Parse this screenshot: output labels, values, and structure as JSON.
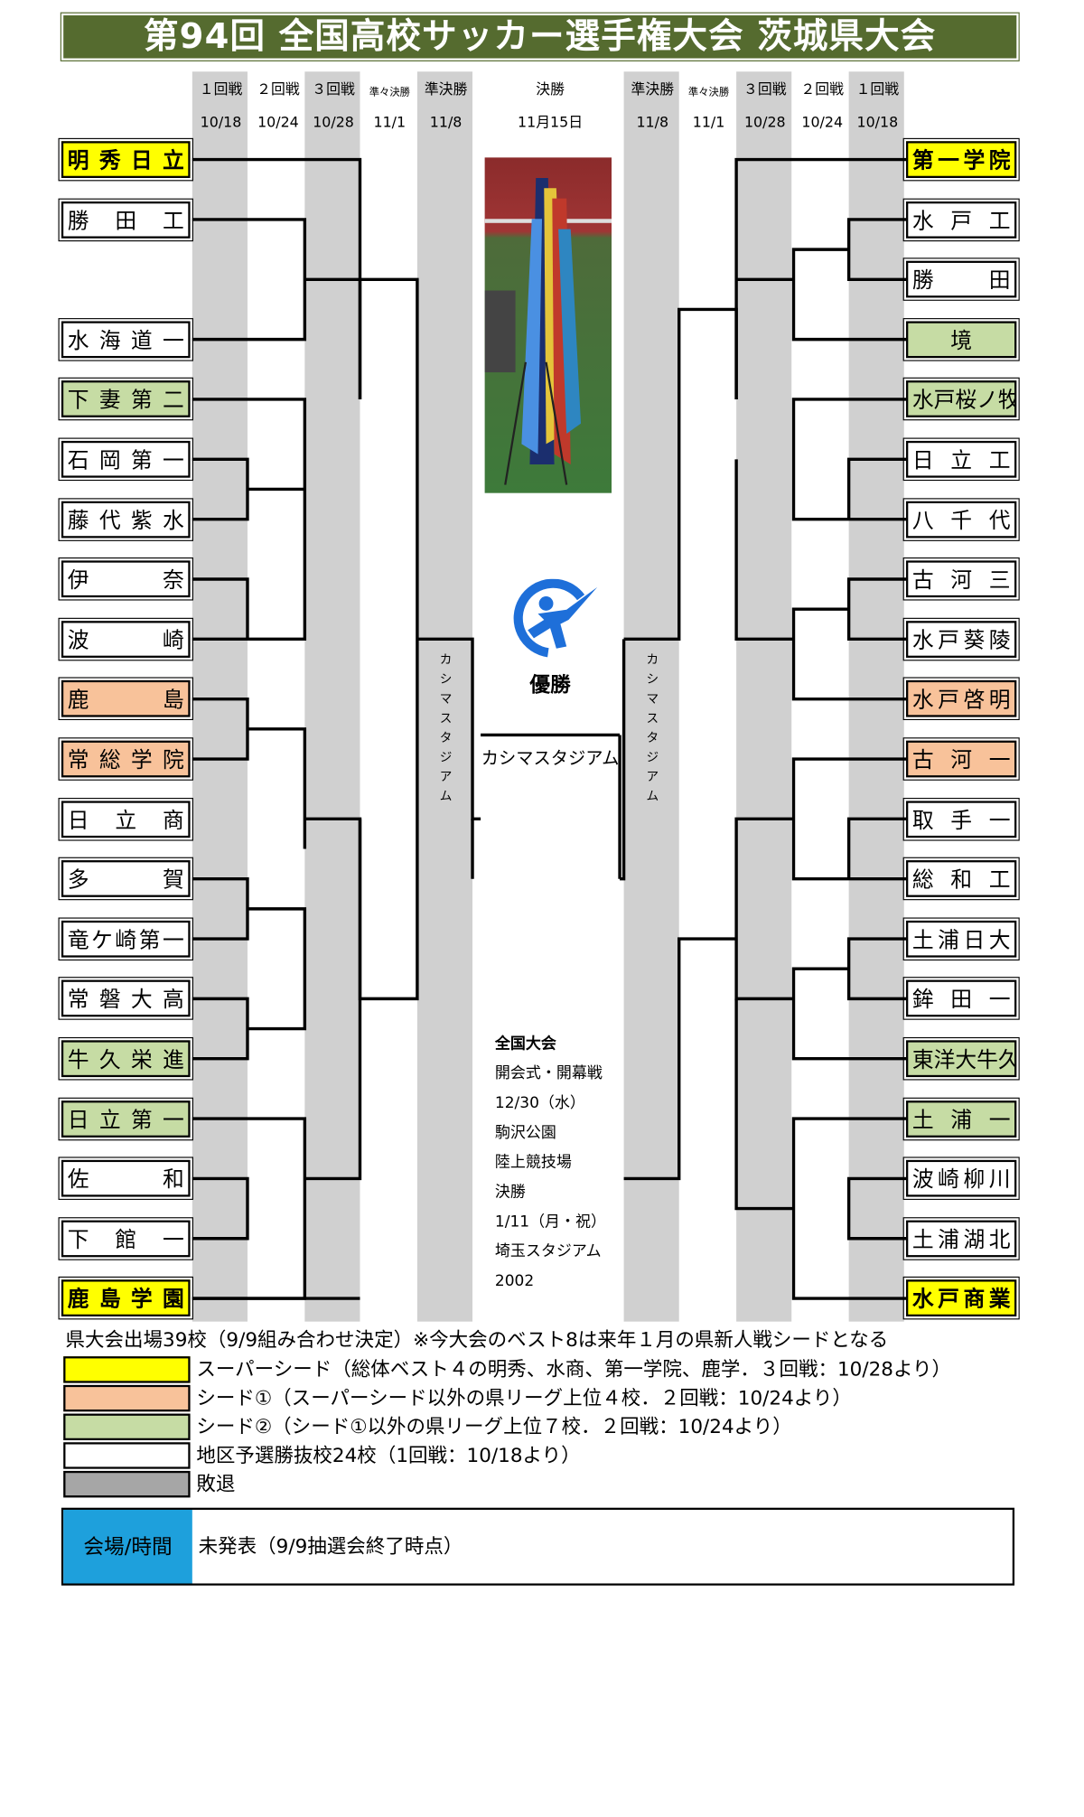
{
  "title": "第94回 全国高校サッカー選手権大会 茨城県大会",
  "rounds_left": [
    {
      "name": "１回戦",
      "date": "10/18"
    },
    {
      "name": "２回戦",
      "date": "10/24"
    },
    {
      "name": "３回戦",
      "date": "10/28"
    },
    {
      "name": "準々決勝",
      "date": "11/1"
    },
    {
      "name": "準決勝",
      "date": "11/8"
    }
  ],
  "final": {
    "name": "決勝",
    "date": "11月15日",
    "winner_label": "優勝",
    "venue": "カシマスタジアム"
  },
  "rounds_right": [
    {
      "name": "準決勝",
      "date": "11/8"
    },
    {
      "name": "準々決勝",
      "date": "11/1"
    },
    {
      "name": "３回戦",
      "date": "10/28"
    },
    {
      "name": "２回戦",
      "date": "10/24"
    },
    {
      "name": "１回戦",
      "date": "10/18"
    }
  ],
  "semifinal_venue_left": "カシマスタジアム",
  "semifinal_venue_right": "カシマスタジアム",
  "teams_left": [
    {
      "name": "明秀日立",
      "seed": "super"
    },
    {
      "name": "勝田工",
      "seed": "none"
    },
    {
      "name": "水海道一",
      "seed": "none"
    },
    {
      "name": "下妻第二",
      "seed": "seed2"
    },
    {
      "name": "石岡第一",
      "seed": "none"
    },
    {
      "name": "藤代紫水",
      "seed": "none"
    },
    {
      "name": "伊奈",
      "seed": "none"
    },
    {
      "name": "波崎",
      "seed": "none"
    },
    {
      "name": "鹿島",
      "seed": "seed1"
    },
    {
      "name": "常総学院",
      "seed": "seed1"
    },
    {
      "name": "日立商",
      "seed": "none"
    },
    {
      "name": "多賀",
      "seed": "none"
    },
    {
      "name": "竜ケ崎第一",
      "seed": "none"
    },
    {
      "name": "常磐大高",
      "seed": "none"
    },
    {
      "name": "牛久栄進",
      "seed": "seed2"
    },
    {
      "name": "日立第一",
      "seed": "seed2"
    },
    {
      "name": "佐和",
      "seed": "none"
    },
    {
      "name": "下館一",
      "seed": "none"
    },
    {
      "name": "鹿島学園",
      "seed": "super"
    }
  ],
  "teams_right": [
    {
      "name": "第一学院",
      "seed": "super"
    },
    {
      "name": "水戸工",
      "seed": "none"
    },
    {
      "name": "勝田",
      "seed": "none"
    },
    {
      "name": "境",
      "seed": "seed2"
    },
    {
      "name": "水戸桜ノ牧",
      "seed": "seed2"
    },
    {
      "name": "日立工",
      "seed": "none"
    },
    {
      "name": "八千代",
      "seed": "none"
    },
    {
      "name": "古河三",
      "seed": "none"
    },
    {
      "name": "水戸葵陵",
      "seed": "none"
    },
    {
      "name": "水戸啓明",
      "seed": "seed1"
    },
    {
      "name": "古河一",
      "seed": "seed1"
    },
    {
      "name": "取手一",
      "seed": "none"
    },
    {
      "name": "総和工",
      "seed": "none"
    },
    {
      "name": "土浦日大",
      "seed": "none"
    },
    {
      "name": "鉾田一",
      "seed": "none"
    },
    {
      "name": "東洋大牛久",
      "seed": "seed2"
    },
    {
      "name": "土浦一",
      "seed": "seed2"
    },
    {
      "name": "波崎柳川",
      "seed": "none"
    },
    {
      "name": "土浦湖北",
      "seed": "none"
    },
    {
      "name": "水戸商業",
      "seed": "super"
    }
  ],
  "national": {
    "heading": "全国大会",
    "opening_label": "開会式・開幕戦",
    "opening_date": "12/30（水）",
    "opening_venue1": "駒沢公園",
    "opening_venue2": "陸上競技場",
    "final_label": "決勝",
    "final_date": "1/11（月・祝）",
    "final_venue": "埼玉スタジアム",
    "final_year": "2002"
  },
  "footer_note": "県大会出場39校（9/9組み合わせ決定）※今大会のベスト8は来年１月の県新人戦シードとなる",
  "legend": [
    {
      "color": "#ffff00",
      "text": "スーパーシード（総体ベスト４の明秀、水商、第一学院、鹿学．３回戦：10/28より）"
    },
    {
      "color": "#f8c29a",
      "text": "シード①（スーパーシード以外の県リーグ上位４校．２回戦：10/24より）"
    },
    {
      "color": "#c6dca4",
      "text": "シード②（シード①以外の県リーグ上位７校．２回戦：10/24より）"
    },
    {
      "color": "#ffffff",
      "text": "地区予選勝抜校24校（1回戦：10/18より）"
    },
    {
      "color": "#a6a6a6",
      "text": "敗退"
    }
  ],
  "venue_box": {
    "label": "会場/時間",
    "value": "未発表（9/9抽選会終了時点）",
    "label_bg": "#1ea0dc"
  },
  "colors": {
    "super": "#ffff00",
    "seed1": "#f8c29a",
    "seed2": "#c6dca4",
    "none": "#ffffff",
    "title_bg": "#556b2f",
    "column_gray": "#d0d0d0"
  },
  "icons": {
    "trophy_photo": "pennants-photo",
    "emblem": "soccer-kicker-emblem"
  }
}
